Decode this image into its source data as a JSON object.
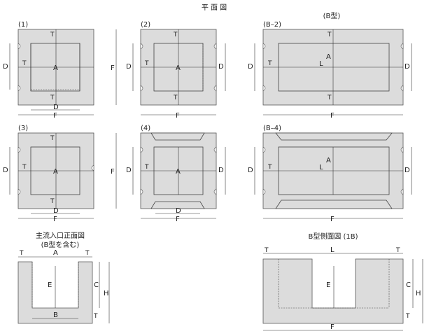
{
  "title": "平 面 図",
  "b_type_title": "(B型)",
  "views": [
    {
      "label": "(1)"
    },
    {
      "label": "(2)"
    },
    {
      "label": "(B–2)"
    },
    {
      "label": "(3)"
    },
    {
      "label": "(4)"
    },
    {
      "label": "(B–4)"
    }
  ],
  "front_title_1": "主流入口正面図",
  "front_title_2": "(B型を含む)",
  "side_title": "B型側面図 (1B)",
  "dims": {
    "A": "A",
    "T": "T",
    "D": "D",
    "F": "F",
    "L": "L",
    "E": "E",
    "B": "B",
    "C": "C",
    "H": "H"
  }
}
